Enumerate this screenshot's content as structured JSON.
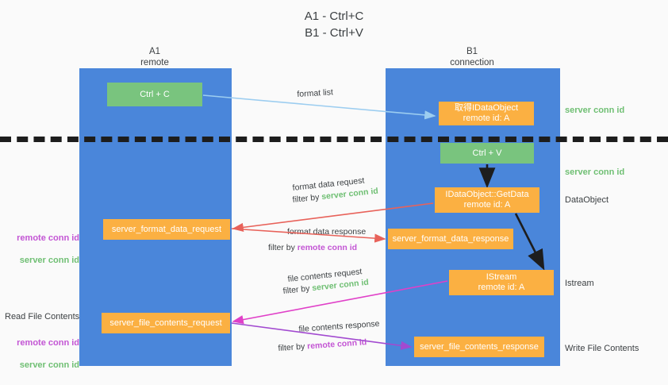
{
  "title": "A1 - Ctrl+C\nB1 - Ctrl+V",
  "columns": {
    "a1": "A1\nremote",
    "b1": "B1\nconnection"
  },
  "nodes": {
    "ctrl_c": "Ctrl + C",
    "ctrl_v": "Ctrl + V",
    "idataobject": "取得IDataObject\nremote id: A",
    "getdata": "IDataObject::GetData\nremote id: A",
    "istream": "IStream\nremote id: A",
    "format_data_request": "server_format_data_request",
    "format_data_response": "server_format_data_response",
    "file_contents_request": "server_file_contents_request",
    "file_contents_response": "server_file_contents_response"
  },
  "edge_labels": {
    "format_list": "format list",
    "format_data_request": "format data request",
    "format_data_request_filter_prefix": "filter by ",
    "format_data_request_filter_value": "server conn id",
    "format_data_response": "format data response",
    "format_data_response_filter_prefix": "filter by ",
    "format_data_response_filter_value": "remote conn id",
    "file_contents_request": "file contents request",
    "file_contents_request_filter_prefix": "filter by ",
    "file_contents_request_filter_value": "server conn id",
    "file_contents_response": "file contents response",
    "file_contents_response_filter_prefix": "filter by ",
    "file_contents_response_filter_value": "remote conn id"
  },
  "right_notes": {
    "server_conn_id_top": "server conn id",
    "server_conn_id_mid": "server conn id",
    "dataobject": "DataObject",
    "istream": "Istream",
    "write_file_contents": "Write File Contents"
  },
  "left_notes": {
    "remote_conn_id_1": "remote conn id",
    "server_conn_id_1": "server conn id",
    "read_file_contents": "Read File Contents",
    "remote_conn_id_2": "remote conn id",
    "server_conn_id_2": "server conn id"
  },
  "colors": {
    "lane_blue": "#4a86da",
    "node_green": "#79c47e",
    "node_orange": "#fbb042",
    "server_conn_green": "#6fbf73",
    "remote_conn_purple": "#c355d4",
    "arrow_light_blue": "#9ccdf0",
    "arrow_red": "#e8625a",
    "arrow_magenta": "#e040c8",
    "arrow_purple": "#a24ad0",
    "arrow_black": "#1d1d1d",
    "background": "#fafafa"
  }
}
